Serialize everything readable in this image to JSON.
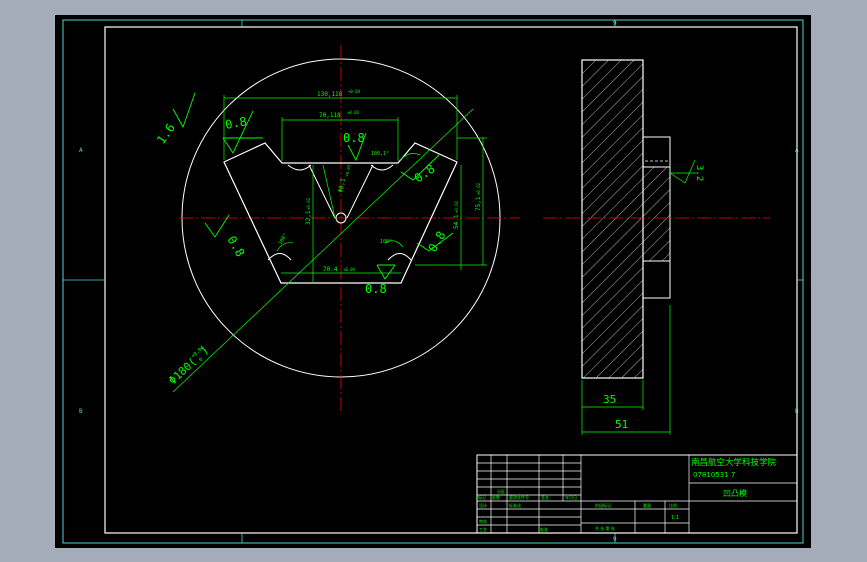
{
  "app": {
    "name": "CAD drawing viewer",
    "colors": {
      "chrome": "#a3acb8",
      "viewport_bg": "#000000",
      "frame": "#4fd4d4",
      "geometry": "#ffffff",
      "dimension": "#00ff00",
      "centerline": "#ff0000"
    }
  },
  "sheet": {
    "zone_letters": [
      "A",
      "B"
    ],
    "zone_numbers": [
      "9",
      "9"
    ]
  },
  "front_view": {
    "dims": {
      "outer_diameter_base": "Φ180(",
      "outer_diameter_tol": "+0.04",
      "outer_diameter_tol2": "0",
      "outer_diameter_close": ")",
      "top_width": "130,118",
      "top_width_tol": "+0.04",
      "slot_width": "70,118",
      "slot_width_tol": "+0.03",
      "bottom_width": "70.4",
      "bottom_width_tol": "+0.04",
      "height_center": "32,1",
      "height_center_tol": "+0.02",
      "height_right": "54.1",
      "height_right_tol": "+0.02",
      "height_outer": "75,1",
      "height_outer_tol": "+0.02",
      "hole_dia": "Φ8,1",
      "hole_tol": "+0.03",
      "angle_top_right": "100,1°",
      "angle_left": "100°",
      "angle_right": "100°"
    },
    "roughness": {
      "r1": "0.8",
      "r2": "1.6",
      "r3": "0.8",
      "r4": "0.8",
      "r5": "0.8",
      "r6": "0.8",
      "r7": "0.8"
    }
  },
  "side_view": {
    "dim_inner": "35",
    "dim_outer": "51",
    "roughness": "3.2"
  },
  "title_block": {
    "school": "南昌航空大学科技学院",
    "student_id": "07810531 7",
    "part_name": "凹凸模",
    "scale": "1:1",
    "rev_labels": [
      "标记",
      "处数",
      "分区",
      "更改文件号",
      "签名",
      "年月日"
    ],
    "role_labels": [
      "设计",
      "审核",
      "工艺",
      "批准"
    ],
    "std_label": "标准化",
    "stage_label": "阶段标记",
    "weight_label": "重量",
    "ratio_label": "比例",
    "sheet_label": "共 张 第 张"
  }
}
